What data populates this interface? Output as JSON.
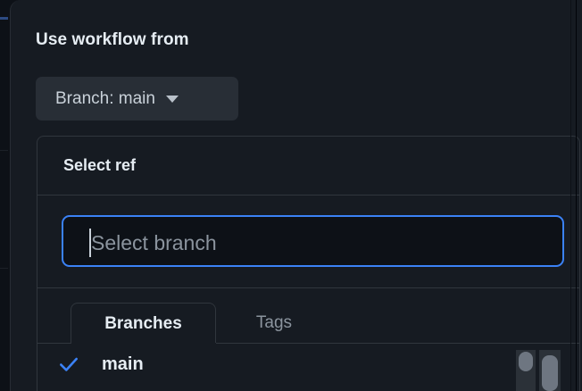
{
  "dialog": {
    "title": "Use workflow from",
    "branch_button": {
      "label": "Branch: main",
      "caret_icon": "chevron-down-icon"
    }
  },
  "ref_panel": {
    "title": "Select ref",
    "filter": {
      "value": "",
      "placeholder": "Select branch",
      "focused": true
    },
    "tabs": [
      {
        "label": "Branches",
        "active": true
      },
      {
        "label": "Tags",
        "active": false
      }
    ],
    "items": [
      {
        "label": "main",
        "selected": true,
        "icon": "check-icon"
      }
    ]
  },
  "colors": {
    "page_background": "#0d1117",
    "dialog_background": "#161b22",
    "border": "#30363d",
    "text_primary": "#e6edf3",
    "text_muted": "#8b949e",
    "accent_focus": "#3b82f6",
    "accent_check": "#3b82f6",
    "button_background": "#282e36",
    "scrollbar_thumb": "#6e7681"
  }
}
